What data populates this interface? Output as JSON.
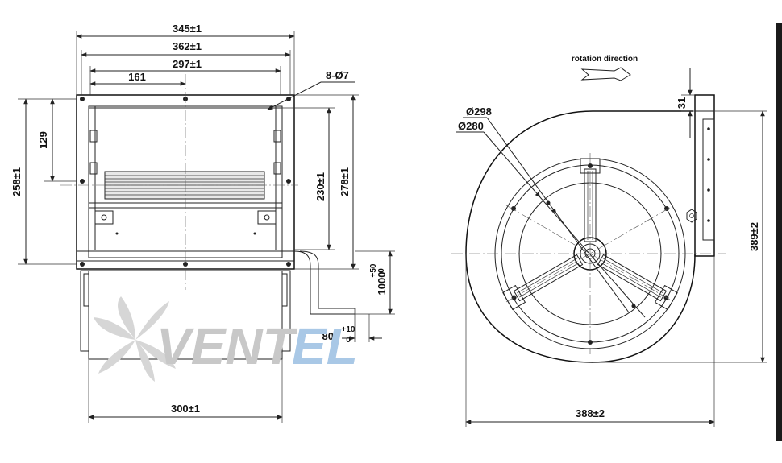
{
  "front_view": {
    "dims": {
      "w345": "345±1",
      "w362": "362±1",
      "w297": "297±1",
      "w161": "161",
      "holes": "8-Ø7",
      "h258": "258±1",
      "h129": "129",
      "h230": "230±1",
      "h278": "278±1",
      "w300": "300±1",
      "cable_len": "1000",
      "cable_len_tol_top": "+50",
      "cable_len_tol_bot": "0",
      "cable_off": "80",
      "cable_off_tol_top": "+10",
      "cable_off_tol_bot": "0"
    }
  },
  "side_view": {
    "rotation_label": "rotation direction",
    "dims": {
      "d298": "Ø298",
      "d280": "Ø280",
      "h31": "31",
      "h389": "389±2",
      "w388": "388±2"
    }
  },
  "watermark": {
    "part1": "VENT",
    "part2": "EL"
  },
  "colors": {
    "line": "#222222",
    "watermark_grey": "#c8c8c8",
    "watermark_blue": "#a9c8e6"
  }
}
